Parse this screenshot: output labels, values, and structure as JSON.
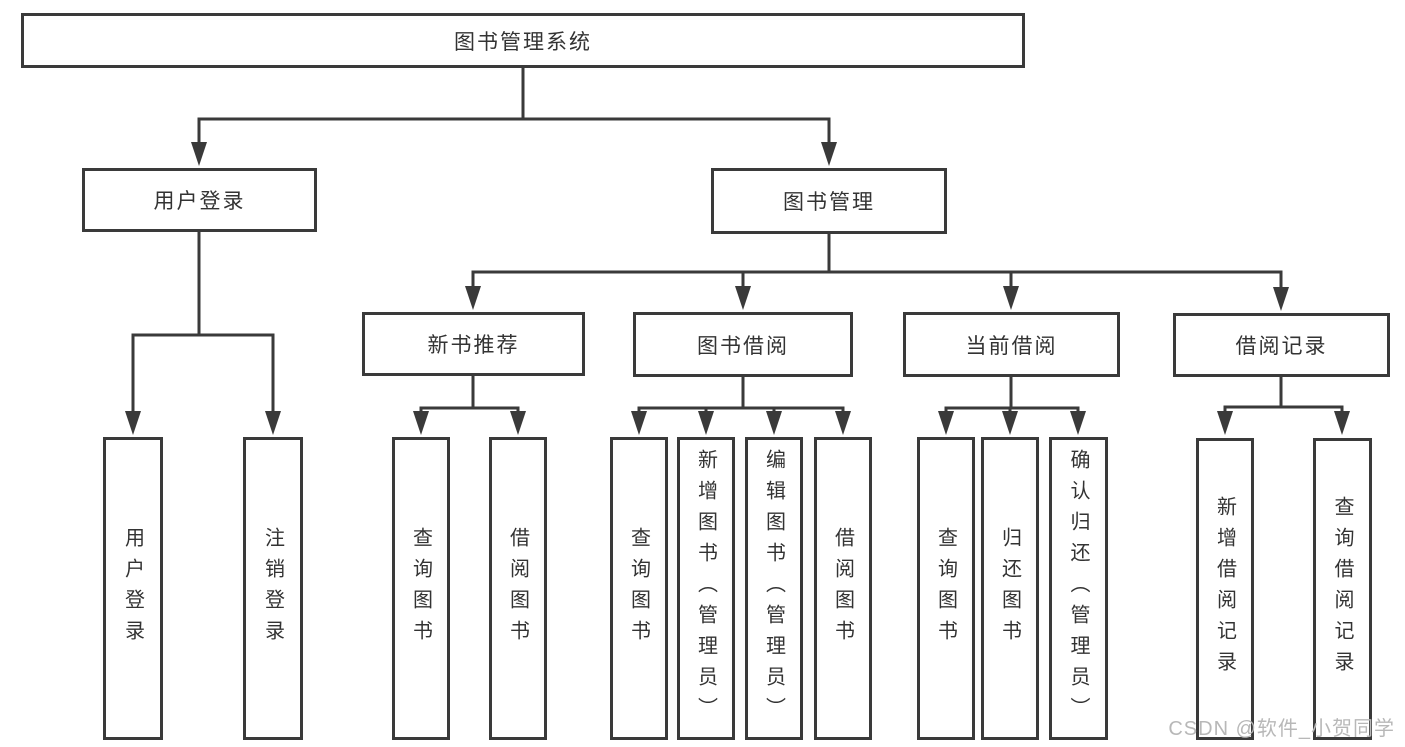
{
  "tree": {
    "label": "图书管理系统",
    "children": [
      {
        "label": "用户登录",
        "children": [
          {
            "label": "用户登录"
          },
          {
            "label": "注销登录"
          }
        ]
      },
      {
        "label": "图书管理",
        "children": [
          {
            "label": "新书推荐",
            "children": [
              {
                "label": "查询图书"
              },
              {
                "label": "借阅图书"
              }
            ]
          },
          {
            "label": "图书借阅",
            "children": [
              {
                "label": "查询图书"
              },
              {
                "label": "新增图书（管理员）"
              },
              {
                "label": "编辑图书（管理员）"
              },
              {
                "label": "借阅图书"
              }
            ]
          },
          {
            "label": "当前借阅",
            "children": [
              {
                "label": "查询图书"
              },
              {
                "label": "归还图书"
              },
              {
                "label": "确认归还（管理员）"
              }
            ]
          },
          {
            "label": "借阅记录",
            "children": [
              {
                "label": "新增借阅记录"
              },
              {
                "label": "查询借阅记录"
              }
            ]
          }
        ]
      }
    ]
  },
  "watermark": {
    "text": "CSDN @软件_小贺同学"
  },
  "colors": {
    "line": "#3a3a3a",
    "text": "#333333",
    "box_background": "#ffffff",
    "watermark": "#b8b8b8",
    "page_background": "#ffffff"
  }
}
